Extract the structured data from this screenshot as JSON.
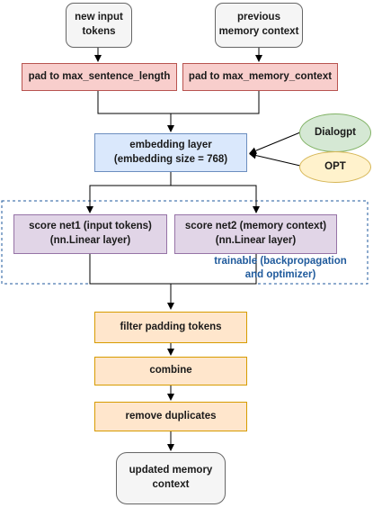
{
  "nodes": {
    "new_input": "new input\ntokens",
    "prev_memory": "previous\nmemory context",
    "pad_sentence": "pad to max_sentence_length",
    "pad_memory": "pad to max_memory_context",
    "embedding": "embedding layer\n(embedding size = 768)",
    "dialogpt": "Dialogpt",
    "opt": "OPT",
    "score1": "score net1 (input tokens)\n(nn.Linear layer)",
    "score2": "score net2 (memory context)\n(nn.Linear layer)",
    "trainable_note": "trainable (backpropagation\nand optimizer)",
    "filter": "filter padding tokens",
    "combine": "combine",
    "dedupe": "remove duplicates",
    "updated": "updated memory\ncontext"
  },
  "colors": {
    "gray": "#f5f5f5",
    "red": "#f8cecc",
    "blue": "#dae8fc",
    "purple": "#e1d5e7",
    "orange": "#ffe6cc",
    "green": "#d5e8d4",
    "yellow": "#fff2cc",
    "note_text": "#1f5a9c",
    "group_border": "#1f5a9c"
  }
}
